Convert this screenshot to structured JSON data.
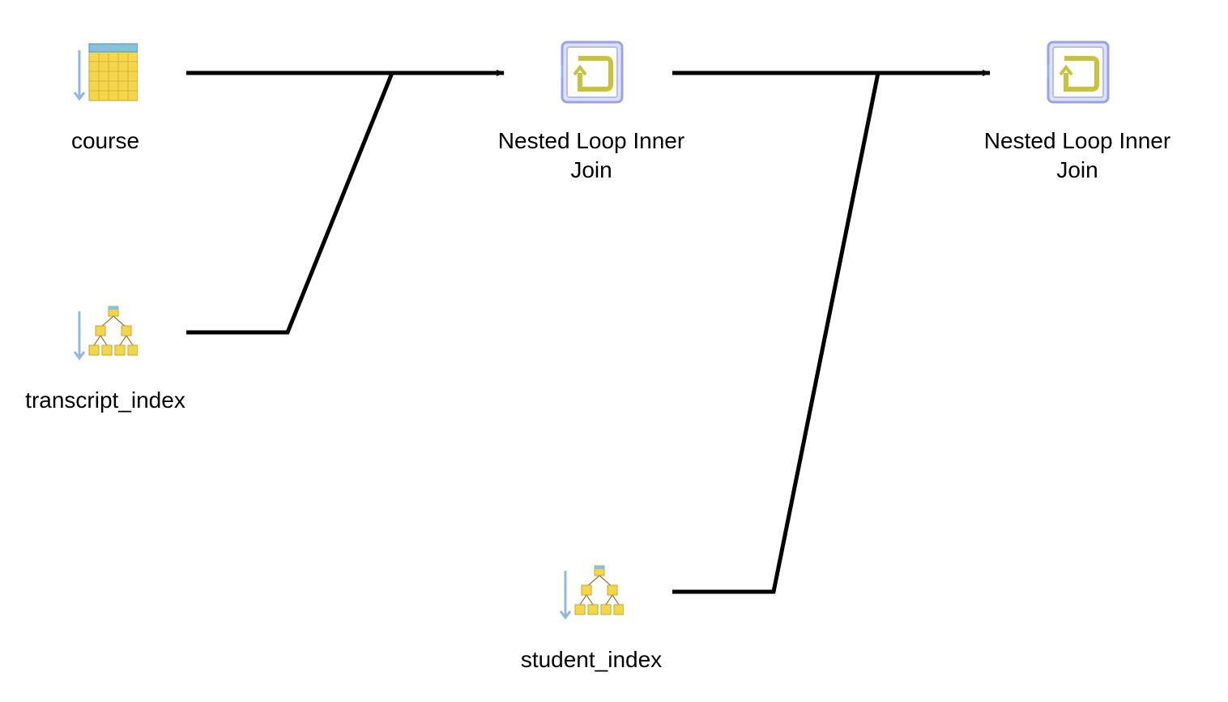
{
  "diagram": {
    "type": "query-execution-plan",
    "nodes": [
      {
        "id": "course",
        "label": "course",
        "icon": "table-scan-icon"
      },
      {
        "id": "transcript_index",
        "label": "transcript_index",
        "icon": "index-scan-icon"
      },
      {
        "id": "join_1",
        "label": "Nested Loop Inner Join",
        "icon": "nested-loop-join-icon"
      },
      {
        "id": "join_2",
        "label": "Nested Loop Inner Join",
        "icon": "nested-loop-join-icon"
      },
      {
        "id": "student_index",
        "label": "student_index",
        "icon": "index-scan-icon"
      }
    ],
    "edges": [
      {
        "from": "course",
        "to": "join_1"
      },
      {
        "from": "transcript_index",
        "to": "join_1"
      },
      {
        "from": "join_1",
        "to": "join_2"
      },
      {
        "from": "student_index",
        "to": "join_2"
      }
    ],
    "colors": {
      "edge": "#000000",
      "table_cell": "#f5d64a",
      "table_header": "#7ec3ea",
      "index_node": "#f5d64a",
      "index_root": "#7ec3ea",
      "scan_arrow": "#8fb8e6",
      "join_frame": "#9aa2ee",
      "join_loop": "#c9c23c"
    }
  }
}
